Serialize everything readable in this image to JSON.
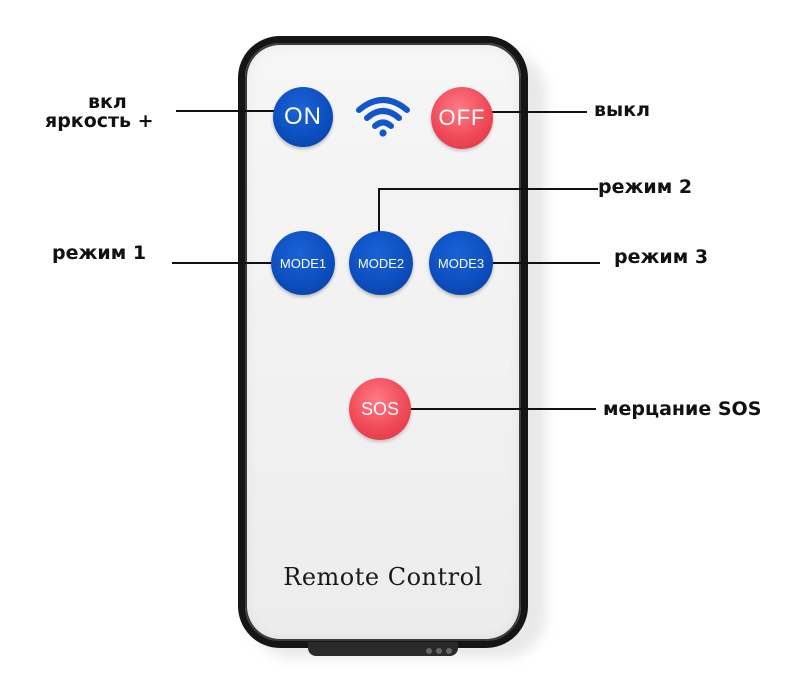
{
  "remote": {
    "caption": "Remote Control",
    "buttons": {
      "on": "ON",
      "off": "OFF",
      "mode1": "MODE1",
      "mode2": "MODE2",
      "mode3": "MODE3",
      "sos": "SOS"
    },
    "icon": "wifi-signal-icon"
  },
  "annotations": {
    "on_line1": "вкл",
    "on_line2": "яркость +",
    "off": "выкл",
    "mode1": "режим 1",
    "mode2": "режим 2",
    "mode3": "режим 3",
    "sos": "мерцание SOS"
  },
  "colors": {
    "blue_button": "#0d4fc0",
    "red_button": "#f04a58",
    "remote_body": "#f4f4f4",
    "remote_border": "#151515"
  }
}
